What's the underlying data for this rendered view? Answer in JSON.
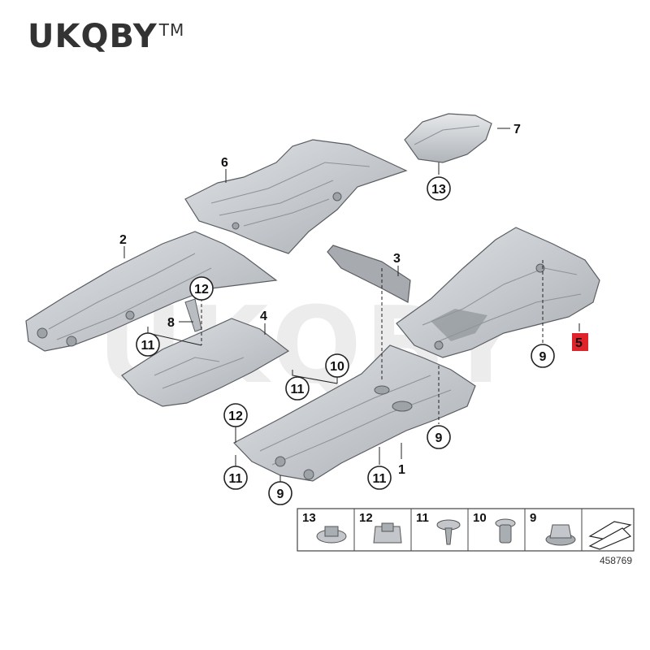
{
  "brand": {
    "name": "UKQBY",
    "mark": "TM"
  },
  "watermark": "UKQBY",
  "parts": {
    "p1": "1",
    "p2": "2",
    "p3": "3",
    "p4": "4",
    "p5": "5",
    "p6": "6",
    "p7": "7",
    "p8": "8"
  },
  "callouts": {
    "c13_top": "13",
    "c12_left": "12",
    "c11_left": "11",
    "c10": "10",
    "c11_mid": "11",
    "c9_right": "9",
    "c9_center": "9",
    "c12_bottom": "12",
    "c11_bottom_left": "11",
    "c9_bottom": "9",
    "c11_bottom_center": "11"
  },
  "legend": {
    "items": [
      "13",
      "12",
      "11",
      "10",
      "9"
    ],
    "reference": "458769"
  },
  "colors": {
    "highlight": "#e0232a",
    "panel": "#c8ccd0",
    "panel_dark": "#9ea3a8",
    "outline": "#5a5e62"
  }
}
